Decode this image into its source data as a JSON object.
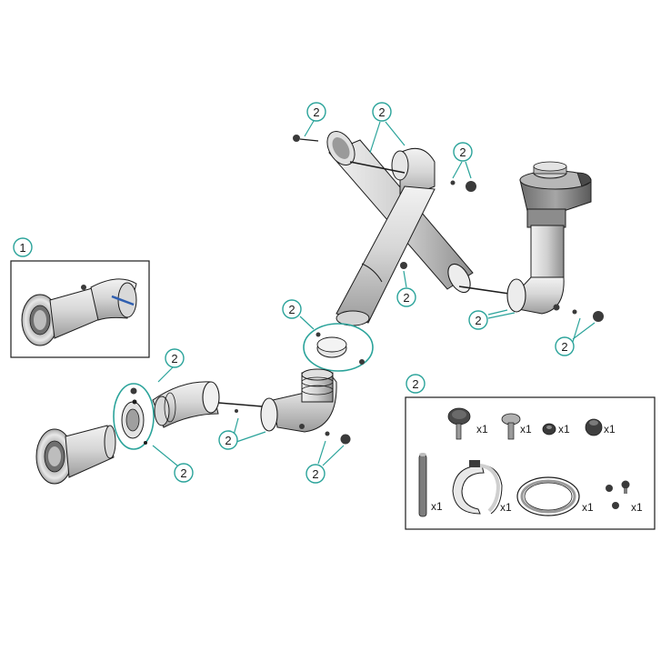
{
  "colors": {
    "callout": "#2aa39a",
    "outline": "#1c1c1c",
    "metal_light": "#e6e6e6",
    "metal_mid": "#c9c9c9",
    "metal_dark": "#8f8f8f",
    "hardware": "#3a3a3a"
  },
  "callouts": {
    "detail_1": "1",
    "kit_2": "2",
    "part_2": "2"
  },
  "kit": {
    "items": [
      {
        "name": "knob-screw",
        "icon": "knob-screw-icon",
        "qty": "x1"
      },
      {
        "name": "mushroom-screw",
        "icon": "mushroom-screw-icon",
        "qty": "x1"
      },
      {
        "name": "hex-nut",
        "icon": "hex-nut-icon",
        "qty": "x1"
      },
      {
        "name": "knurled-nut",
        "icon": "knurled-nut-icon",
        "qty": "x1"
      },
      {
        "name": "tie-rod",
        "icon": "tie-rod-icon",
        "qty": "x1"
      },
      {
        "name": "clamp-collar",
        "icon": "clamp-collar-icon",
        "qty": "x1"
      },
      {
        "name": "seal-ring",
        "icon": "seal-ring-icon",
        "qty": "x1"
      },
      {
        "name": "small-fasteners",
        "icon": "small-fasteners-icon",
        "qty": "x1"
      }
    ]
  }
}
